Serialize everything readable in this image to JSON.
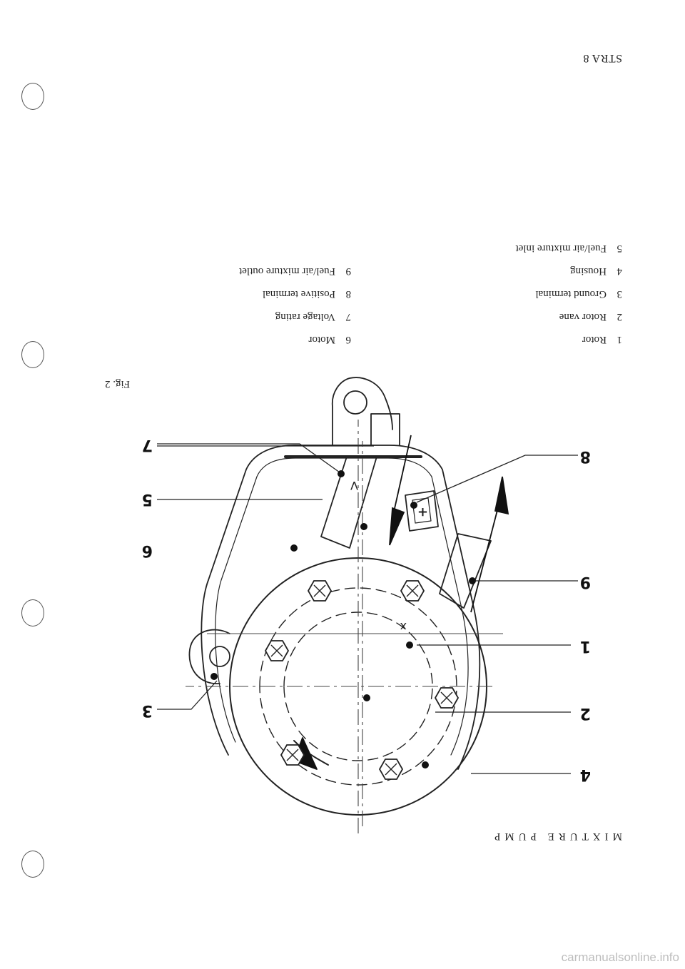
{
  "document": {
    "doc_id": "STRA 8",
    "title": "MIXTURE PUMP",
    "figure_caption": "Fig. 2"
  },
  "legend": [
    {
      "num": "1",
      "label": "Rotor"
    },
    {
      "num": "2",
      "label": "Rotor vane"
    },
    {
      "num": "3",
      "label": "Ground terminal"
    },
    {
      "num": "4",
      "label": "Housing"
    },
    {
      "num": "5",
      "label": "Fuel/air mixture inlet"
    },
    {
      "num": "6",
      "label": "Motor"
    },
    {
      "num": "7",
      "label": "Voltage rating"
    },
    {
      "num": "8",
      "label": "Positive terminal"
    },
    {
      "num": "9",
      "label": "Fuel/air mixture outlet"
    }
  ],
  "diagram": {
    "callouts": [
      "1",
      "2",
      "3",
      "4",
      "5",
      "6",
      "7",
      "8",
      "9"
    ],
    "voltage_mark": "V",
    "terminal_mark": "+",
    "rotation_mark": "x"
  },
  "footer": {
    "watermark": "carmanualsonline.info"
  }
}
